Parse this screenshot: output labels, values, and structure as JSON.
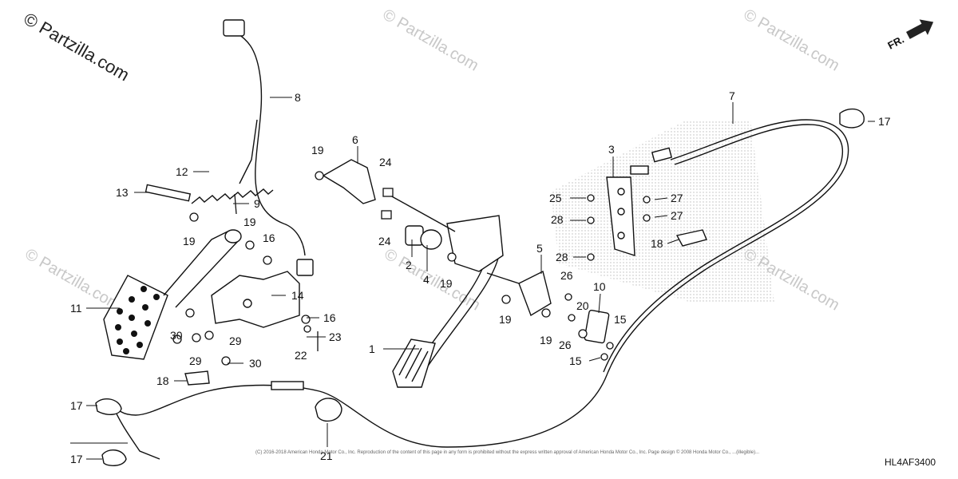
{
  "watermark": {
    "main": "© Partzilla.com",
    "repeat": "© Partzilla.com"
  },
  "direction_label": "FR.",
  "diagram_code": "HL4AF3400",
  "copyright_line1": "(C) 2016-2018 American Honda Motor Co., Inc. Reproduction of the content of this page in any form is prohibited without the express written approval of American Honda Motor Co., Inc. Page design © 2008 Honda Motor Co., ...(illegible)...",
  "callouts": [
    {
      "id": "c1",
      "label": "1"
    },
    {
      "id": "c2",
      "label": "2"
    },
    {
      "id": "c3",
      "label": "3"
    },
    {
      "id": "c4",
      "label": "4"
    },
    {
      "id": "c5",
      "label": "5"
    },
    {
      "id": "c6",
      "label": "6"
    },
    {
      "id": "c7",
      "label": "7"
    },
    {
      "id": "c8",
      "label": "8"
    },
    {
      "id": "c9",
      "label": "9"
    },
    {
      "id": "c10",
      "label": "10"
    },
    {
      "id": "c11",
      "label": "11"
    },
    {
      "id": "c12",
      "label": "12"
    },
    {
      "id": "c13",
      "label": "13"
    },
    {
      "id": "c14",
      "label": "14"
    },
    {
      "id": "c15a",
      "label": "15"
    },
    {
      "id": "c15b",
      "label": "15"
    },
    {
      "id": "c16a",
      "label": "16"
    },
    {
      "id": "c16b",
      "label": "16"
    },
    {
      "id": "c17a",
      "label": "17"
    },
    {
      "id": "c17b",
      "label": "17"
    },
    {
      "id": "c17c",
      "label": "17"
    },
    {
      "id": "c18a",
      "label": "18"
    },
    {
      "id": "c18b",
      "label": "18"
    },
    {
      "id": "c19a",
      "label": "19"
    },
    {
      "id": "c19b",
      "label": "19"
    },
    {
      "id": "c19c",
      "label": "19"
    },
    {
      "id": "c19d",
      "label": "19"
    },
    {
      "id": "c19e",
      "label": "19"
    },
    {
      "id": "c19f",
      "label": "19"
    },
    {
      "id": "c20",
      "label": "20"
    },
    {
      "id": "c21",
      "label": "21"
    },
    {
      "id": "c22",
      "label": "22"
    },
    {
      "id": "c23",
      "label": "23"
    },
    {
      "id": "c24a",
      "label": "24"
    },
    {
      "id": "c24b",
      "label": "24"
    },
    {
      "id": "c25",
      "label": "25"
    },
    {
      "id": "c26a",
      "label": "26"
    },
    {
      "id": "c26b",
      "label": "26"
    },
    {
      "id": "c27a",
      "label": "27"
    },
    {
      "id": "c27b",
      "label": "27"
    },
    {
      "id": "c28a",
      "label": "28"
    },
    {
      "id": "c28b",
      "label": "28"
    },
    {
      "id": "c29a",
      "label": "29"
    },
    {
      "id": "c29b",
      "label": "29"
    },
    {
      "id": "c30a",
      "label": "30"
    },
    {
      "id": "c30b",
      "label": "30"
    }
  ]
}
